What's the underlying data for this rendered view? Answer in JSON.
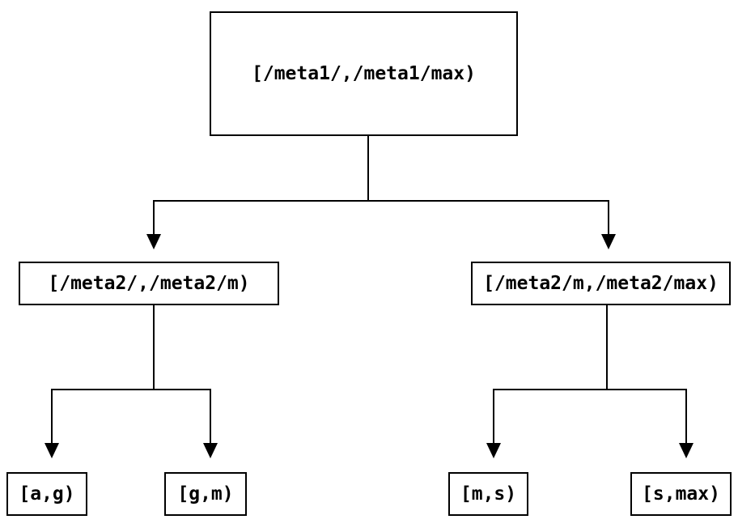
{
  "diagram": {
    "type": "tree",
    "background": "#ffffff",
    "line_color": "#000000",
    "nodes": {
      "root": {
        "label": "[/meta1/,/meta1/max)"
      },
      "left": {
        "label": "[/meta2/,/meta2/m)"
      },
      "right": {
        "label": "[/meta2/m,/meta2/max)"
      },
      "leaf_ag": {
        "label": "[a,g)"
      },
      "leaf_gm": {
        "label": "[g,m)"
      },
      "leaf_ms": {
        "label": "[m,s)"
      },
      "leaf_smax": {
        "label": "[s,max)"
      }
    },
    "edges": [
      [
        "root",
        "left"
      ],
      [
        "root",
        "right"
      ],
      [
        "left",
        "leaf_ag"
      ],
      [
        "left",
        "leaf_gm"
      ],
      [
        "right",
        "leaf_ms"
      ],
      [
        "right",
        "leaf_smax"
      ]
    ]
  }
}
